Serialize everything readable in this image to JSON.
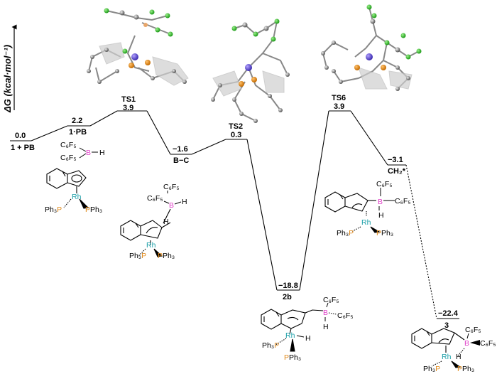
{
  "axis": {
    "label": "ΔG (kcal·mol⁻¹)"
  },
  "colors": {
    "rhodium": "#1b9fa8",
    "boron": "#e040c8",
    "phosphorus": "#e08a1c",
    "profile": "#000000"
  },
  "levels": [
    {
      "id": "start",
      "value": "0.0",
      "name": "1 + PB"
    },
    {
      "id": "int1",
      "value": "2.2",
      "name": "1·PB"
    },
    {
      "id": "ts1",
      "value": "3.9",
      "name": "TS1"
    },
    {
      "id": "bc",
      "value": "−1.6",
      "name": "B−C"
    },
    {
      "id": "ts2",
      "value": "0.3",
      "name": "TS2"
    },
    {
      "id": "int2b",
      "value": "−18.8",
      "name": "2b"
    },
    {
      "id": "ts6",
      "value": "3.9",
      "name": "TS6"
    },
    {
      "id": "ch2",
      "value": "−3.1",
      "name": "CH₂*"
    },
    {
      "id": "prod",
      "value": "−22.4",
      "name": "3"
    }
  ],
  "labels": {
    "c6f5": "C₆F₅",
    "b": "B",
    "h": "H",
    "rh": "Rh",
    "ph3": "Ph₃",
    "p": "P",
    "pph3": "PPh₃"
  },
  "icons": [
    "molecule-3d-ts1",
    "molecule-3d-ts2",
    "molecule-3d-ts6"
  ]
}
